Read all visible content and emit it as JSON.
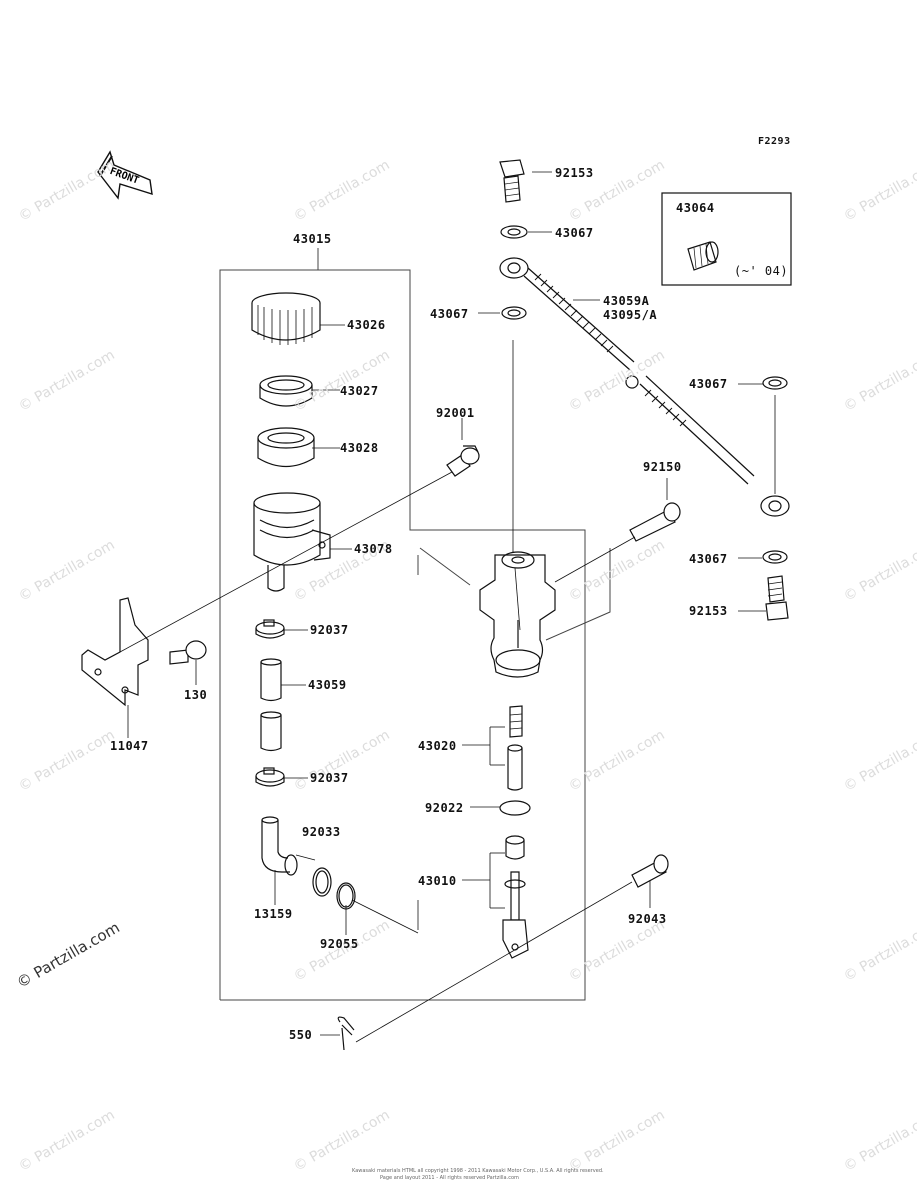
{
  "figure_id": "F2293",
  "front_label": "FRONT",
  "note_range": "(~' 04)",
  "watermark": "© Partzilla.com",
  "footer_line1": "Kawasaki materials HTML all copyright 1998 - 2011 Kawasaki Motor Corp., U.S.A. All rights reserved.",
  "footer_line2": "Page and layout 2011 - All rights reserved Partzilla.com",
  "parts": {
    "p43015": "43015",
    "p43026": "43026",
    "p43027": "43027",
    "p43028": "43028",
    "p92001": "92001",
    "p43078": "43078",
    "p92037a": "92037",
    "p43059": "43059",
    "p92037b": "92037",
    "p92033": "92033",
    "p13159": "13159",
    "p92055": "92055",
    "p11047": "11047",
    "p130": "130",
    "p550": "550",
    "p92153a": "92153",
    "p43067a": "43067",
    "p43067b": "43067",
    "p43059A": "43059A",
    "p43095A": "43095/A",
    "p43064": "43064",
    "p43067c": "43067",
    "p92150": "92150",
    "p43067d": "43067",
    "p92153b": "92153",
    "p43020": "43020",
    "p92022": "92022",
    "p43010": "43010",
    "p92043": "92043"
  }
}
